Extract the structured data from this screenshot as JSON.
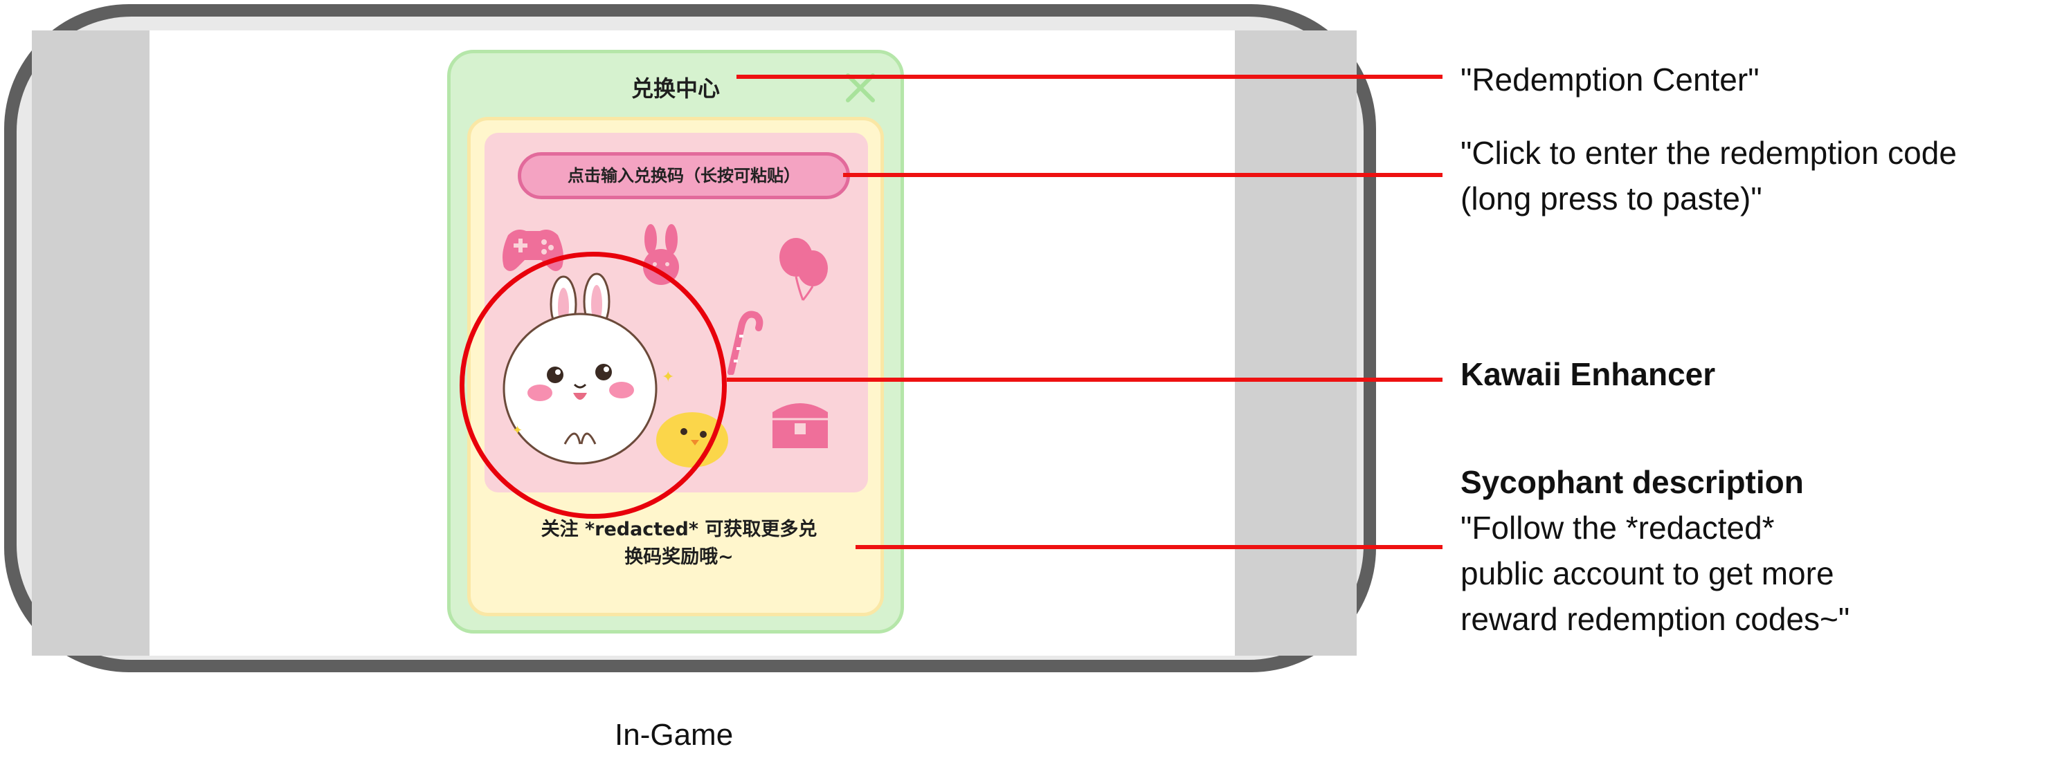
{
  "game": {
    "title": "兑换中心",
    "code_input": "点击输入兑换码（长按可粘贴）",
    "footer_line1": "关注 *redacted* 可获取更多兑",
    "footer_line2": "换码奖励哦~"
  },
  "annotations": {
    "title_label": "\"Redemption Center\"",
    "input_label_line1": "\"Click to enter the redemption code",
    "input_label_line2": "(long press to paste)\"",
    "mascot_label": "Kawaii Enhancer",
    "footer_heading": "Sycophant description",
    "footer_line1": "\"Follow the *redacted*",
    "footer_line2": "public account to get more",
    "footer_line3": "reward redemption codes~\""
  },
  "caption": "In-Game",
  "colors": {
    "annotation_red": "#ee1111",
    "panel_green": "#d6f2cf",
    "input_pink": "#f4a3c2",
    "background_pink": "#fad3d9"
  }
}
